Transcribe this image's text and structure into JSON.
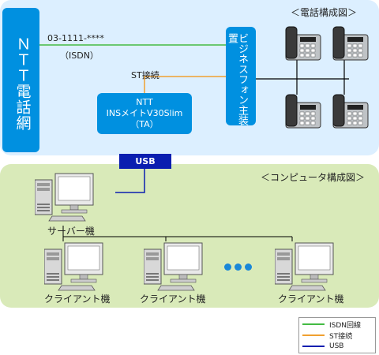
{
  "phone_section": {
    "title": "＜電話構成図＞",
    "ntt_network": "ＮＴＴ電話網",
    "line_number": "03-1111-****",
    "isdn_label": "（ISDN）",
    "business_phone": "ビジネスフォン主装置",
    "st_label": "ST接続",
    "ta_lines": [
      "NTT",
      "INSメイトV30Slim",
      "（TA）"
    ],
    "phone_count": 4
  },
  "usb_label": "USB",
  "computer_section": {
    "title": "＜コンピュータ構成図＞",
    "server_label": "サーバー機",
    "client_labels": [
      "クライアント機",
      "クライアント機",
      "クライアント機"
    ]
  },
  "legend": [
    {
      "label": "ISDN回線",
      "color": "#44bb44"
    },
    {
      "label": "ST接続",
      "color": "#f0a030"
    },
    {
      "label": "USB",
      "color": "#0a1eb0"
    }
  ],
  "colors": {
    "isdn": "#44bb44",
    "st": "#f0a030",
    "usb": "#0a1eb0",
    "phone_panel": "#dcefff",
    "computer_panel": "#d9eab9",
    "device_blue": "#0090e0"
  }
}
